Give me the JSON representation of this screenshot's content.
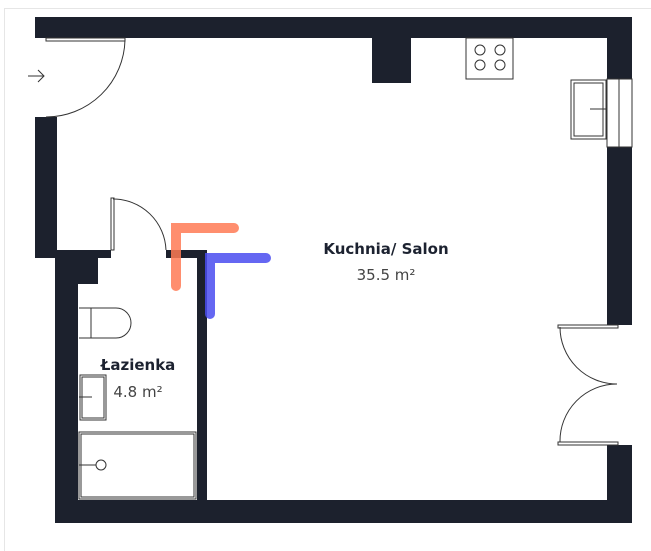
{
  "rooms": [
    {
      "name": "Kuchnia/ Salon",
      "area": "35.5 m²"
    },
    {
      "name": "Łazienka",
      "area": "4.8 m²"
    }
  ],
  "colors": {
    "wall": "#1c212d",
    "hot_pipe": "#ff7a55",
    "cold_pipe": "#4a4cf0"
  }
}
